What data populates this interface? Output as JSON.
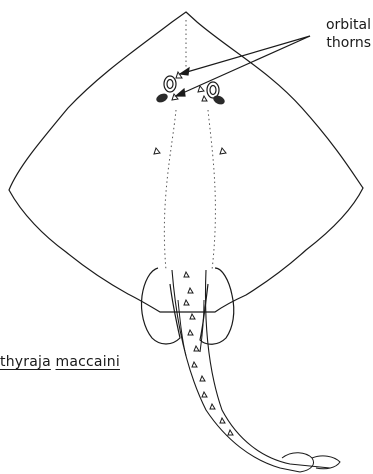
{
  "figure": {
    "annotation": {
      "line1": "orbital",
      "line2": "thorns"
    },
    "caption": {
      "genus": "thyraja",
      "species": "maccaini"
    }
  },
  "colors": {
    "ink": "#1a1a1a",
    "background": "#ffffff"
  }
}
